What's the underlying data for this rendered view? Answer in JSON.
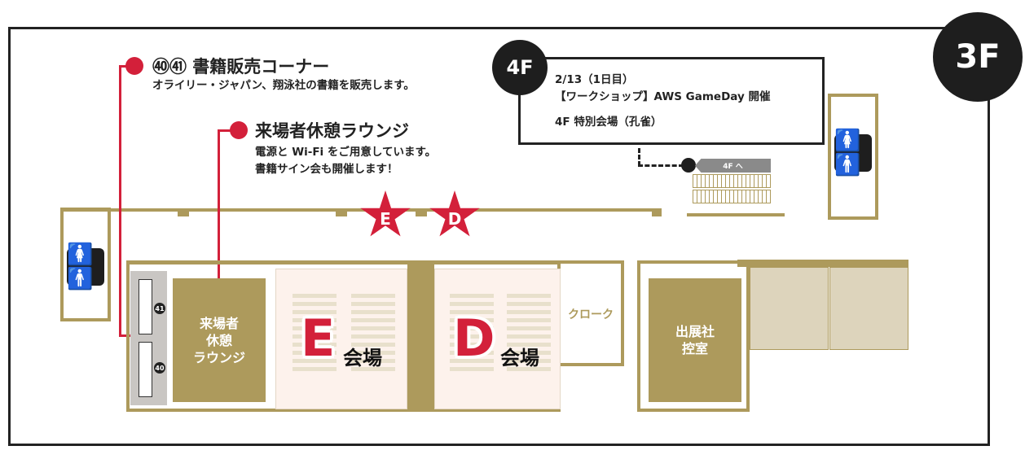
{
  "floor_badge": "3F",
  "callouts": {
    "bookstore": {
      "title": "㊵㊶ 書籍販売コーナー",
      "desc": "オライリー・ジャパン、翔泳社の書籍を販売します。"
    },
    "lounge": {
      "title": "来場者休憩ラウンジ",
      "desc_line1": "電源と Wi-Fi をご用意しています。",
      "desc_line2": "書籍サイン会も開催します！"
    }
  },
  "notice_4f": {
    "badge": "4F",
    "line1": "2/13（1日目）",
    "line2": "【ワークショップ】AWS GameDay 開催",
    "line3": "4F 特別会場（孔雀）"
  },
  "stairs_label": "4F へ",
  "stars": {
    "e": "E",
    "d": "D"
  },
  "rooms": {
    "booth_41": "41",
    "booth_40": "40",
    "lounge_line1": "来場者",
    "lounge_line2": "休憩",
    "lounge_line3": "ラウンジ",
    "hall_e_letter": "E",
    "hall_e_name": "会場",
    "hall_d_letter": "D",
    "hall_d_name": "会場",
    "cloakroom": "クローク",
    "exhibitor_line1": "出展社",
    "exhibitor_line2": "控室"
  },
  "icons": {
    "restroom": "🚺🚹"
  },
  "colors": {
    "accent": "#d3203a",
    "wall": "#ad9a5c",
    "hall": "#fdf2ec"
  }
}
